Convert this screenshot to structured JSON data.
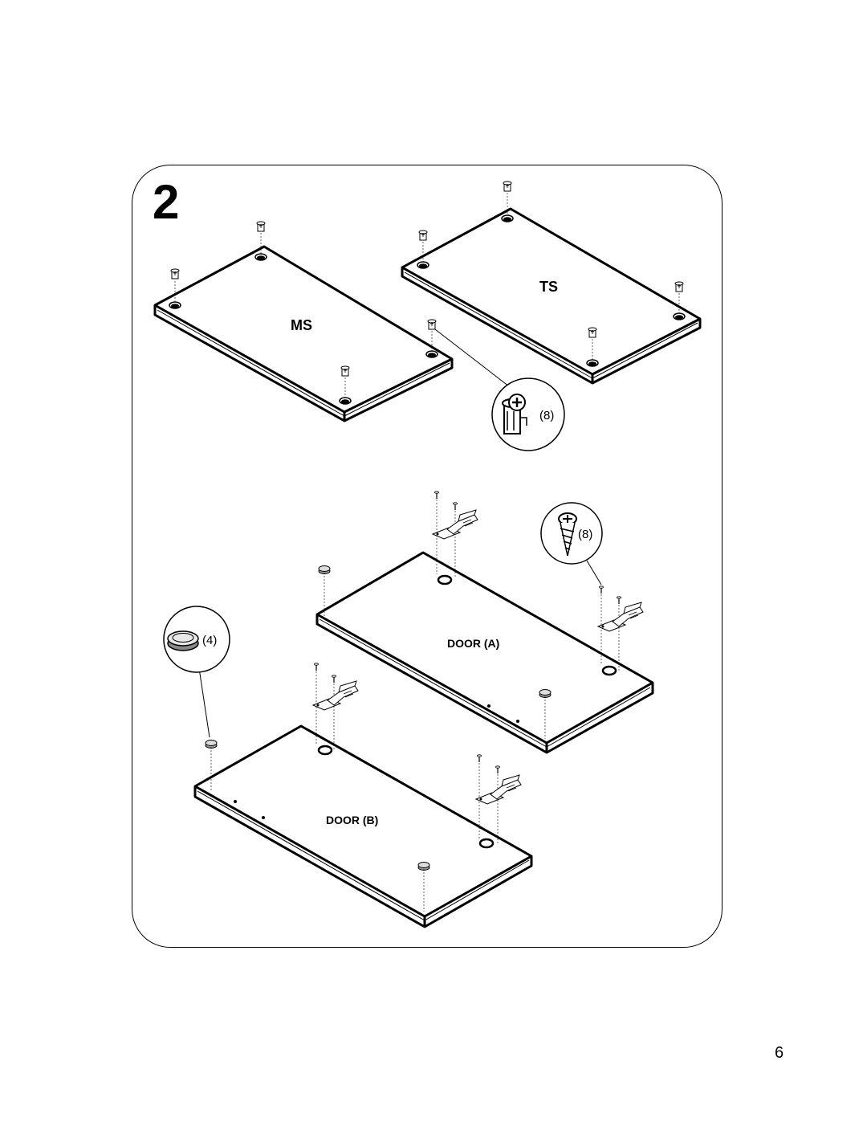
{
  "step": {
    "number": "2"
  },
  "panels": {
    "ms_label": "MS",
    "ts_label": "TS",
    "door_a_label": "DOOR (A)",
    "door_b_label": "DOOR (B)"
  },
  "callouts": {
    "cam_lock_qty": "(8)",
    "screw_qty": "(8)",
    "bumper_qty": "(4)"
  },
  "footer": {
    "page_number": "6"
  },
  "icons": [
    "cam-lock-icon",
    "screw-icon",
    "door-bumper-icon",
    "hinge-icon"
  ]
}
